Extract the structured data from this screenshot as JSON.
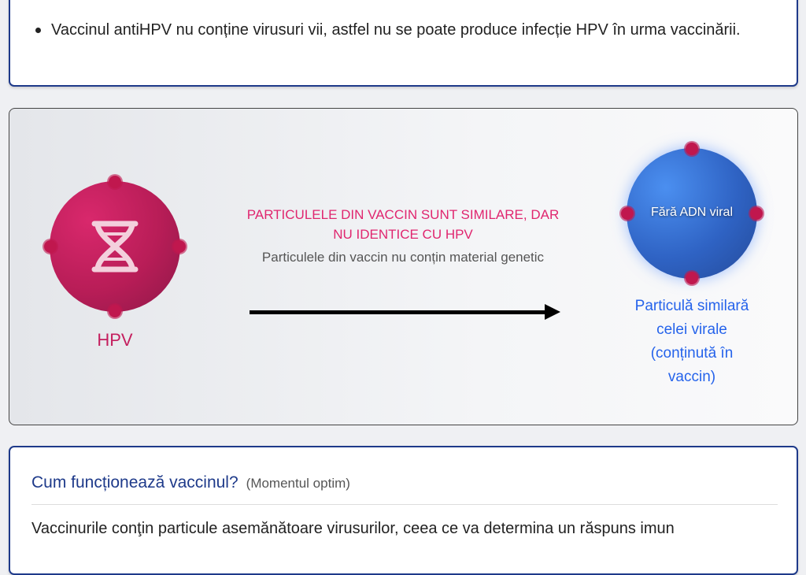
{
  "top_card": {
    "bullets": [
      "Vaccinul antiHPV nu conține virusuri vii, astfel nu se poate produce infecție HPV în urma vaccinării."
    ]
  },
  "diagram": {
    "hpv": {
      "label": "HPV",
      "icon": "dna-icon"
    },
    "middle": {
      "title": "PARTICULELE DIN VACCIN SUNT SIMILARE, DAR NU IDENTICE CU HPV",
      "subtitle": "Particulele din vaccin nu conțin material genetic"
    },
    "vlp": {
      "inner_text": "Fără ADN viral",
      "label": "Particulă similară celei virale (conținută în vaccin)"
    },
    "colors": {
      "hpv": "#c41f5e",
      "vlp": "#2f63c4",
      "pink_text": "#e0266f",
      "blue_text": "#2563eb"
    }
  },
  "bottom_card": {
    "title": "Cum funcționează vaccinul?",
    "subtitle": "(Momentul optim)",
    "body": "Vaccinurile conţin particule asemănătoare virusurilor, ceea ce va determina un răspuns imun"
  }
}
